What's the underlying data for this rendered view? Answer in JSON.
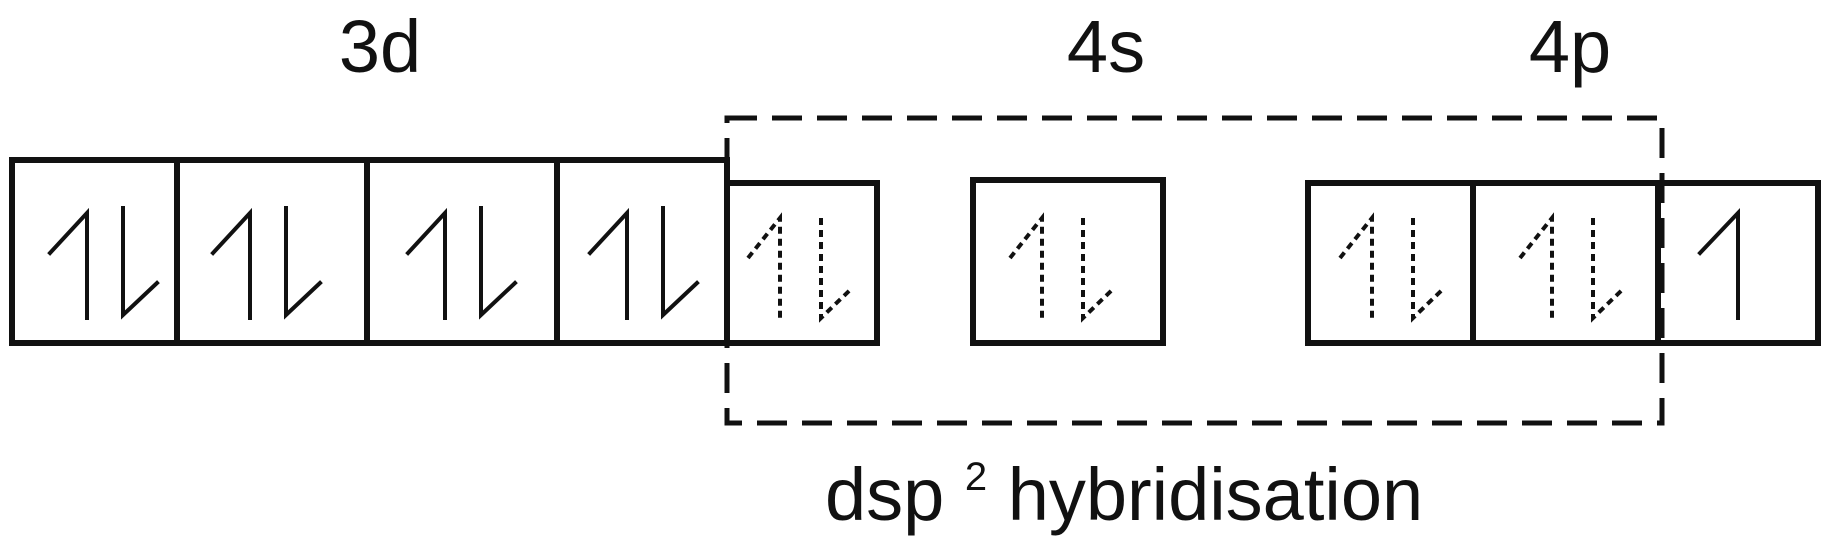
{
  "labels": {
    "d_orbital": "3d",
    "s_orbital": "4s",
    "p_orbital": "4p"
  },
  "caption": {
    "main": "dsp",
    "superscript": "2",
    "suffix": " hybridisation"
  },
  "orbitals": {
    "d": [
      "paired",
      "paired",
      "paired",
      "paired",
      "paired-dashed"
    ],
    "s": [
      "paired-dashed"
    ],
    "p": [
      "paired-dashed",
      "paired-dashed",
      "single"
    ]
  }
}
